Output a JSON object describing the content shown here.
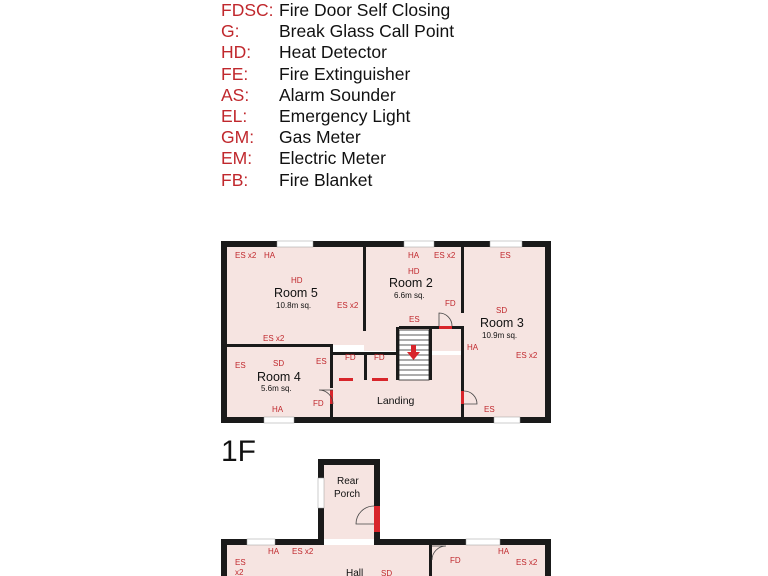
{
  "legend": [
    {
      "code": "FDSC:",
      "desc": "Fire Door Self Closing"
    },
    {
      "code": "G:",
      "desc": "Break Glass Call Point"
    },
    {
      "code": "HD:",
      "desc": "Heat Detector"
    },
    {
      "code": "FE:",
      "desc": "Fire Extinguisher"
    },
    {
      "code": "AS:",
      "desc": "Alarm Sounder"
    },
    {
      "code": "EL:",
      "desc": "Emergency Light"
    },
    {
      "code": "GM:",
      "desc": "Gas Meter"
    },
    {
      "code": "EM:",
      "desc": "Electric Meter"
    },
    {
      "code": "FB:",
      "desc": "Fire Blanket"
    }
  ],
  "first_floor": {
    "label": "1F",
    "rooms": {
      "room5": {
        "name": "Room 5",
        "area": "10.8m sq."
      },
      "room2": {
        "name": "Room 2",
        "area": "6.6m sq."
      },
      "room3": {
        "name": "Room 3",
        "area": "10.9m sq."
      },
      "room4": {
        "name": "Room 4",
        "area": "5.6m sq."
      },
      "landing": {
        "name": "Landing"
      }
    },
    "markers": {
      "es_x2": "ES x2",
      "ha": "HA",
      "hd": "HD",
      "fd": "FD",
      "es": "ES",
      "sd": "SD"
    }
  },
  "ground_floor": {
    "rear_porch_line1": "Rear",
    "rear_porch_line2": "Porch",
    "hall": "Hall",
    "markers": {
      "es": "ES",
      "x2": "x2",
      "ha": "HA",
      "es_x2": "ES x2",
      "fd": "FD",
      "sd": "SD"
    }
  },
  "colors": {
    "room_fill": "#f6e4e1",
    "wall": "#1a1a1a",
    "label_red": "#c0282d",
    "door_red": "#d8252b"
  }
}
